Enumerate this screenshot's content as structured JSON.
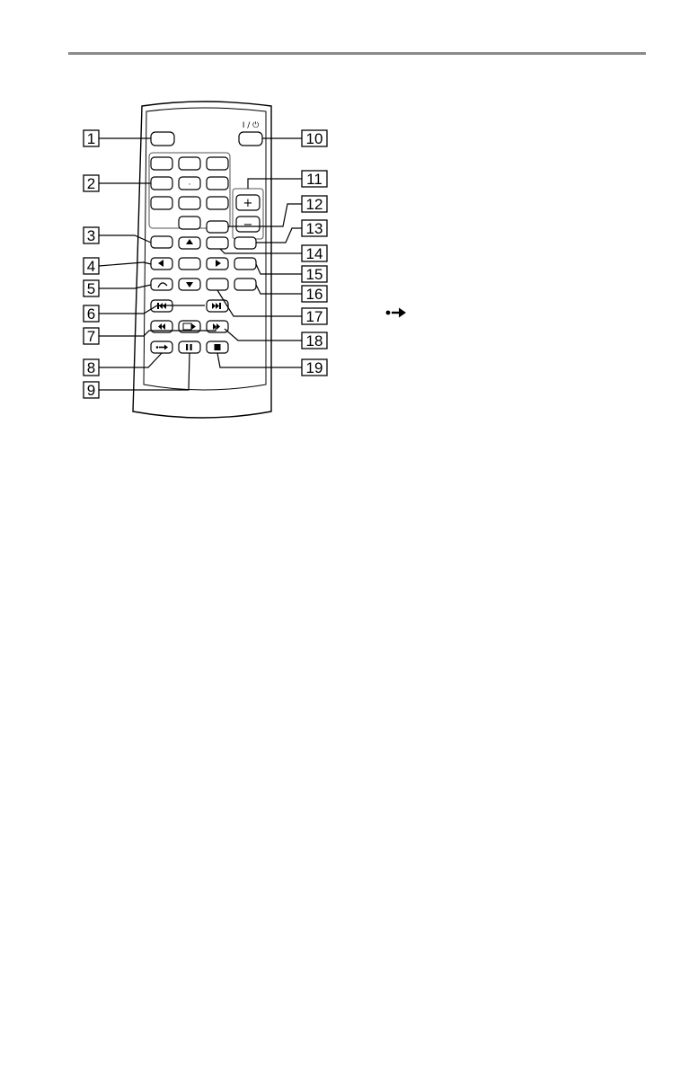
{
  "remote": {
    "power_symbol": "I / ⏻",
    "numpad_dot": "·",
    "vol_plus": "+",
    "vol_minus": "−",
    "icons": {
      "up": "arrow-up-icon",
      "left": "arrow-left-icon",
      "right": "arrow-right-icon",
      "down": "arrow-down-icon",
      "return": "return-icon",
      "prev": "previous-track-icon",
      "next": "next-track-icon",
      "rewind": "rewind-icon",
      "forward": "fast-forward-icon",
      "play": "play-icon",
      "advance": "instant-advance-icon",
      "pause": "pause-icon",
      "stop": "stop-icon"
    }
  },
  "callouts": [
    "1",
    "2",
    "3",
    "4",
    "5",
    "6",
    "7",
    "8",
    "9",
    "10",
    "11",
    "12",
    "13",
    "14",
    "15",
    "16",
    "17",
    "18",
    "19"
  ],
  "side_note": {
    "icon": "instant-advance-icon"
  },
  "colors": {
    "stroke": "#000000",
    "rule": "#8a8a8a"
  }
}
